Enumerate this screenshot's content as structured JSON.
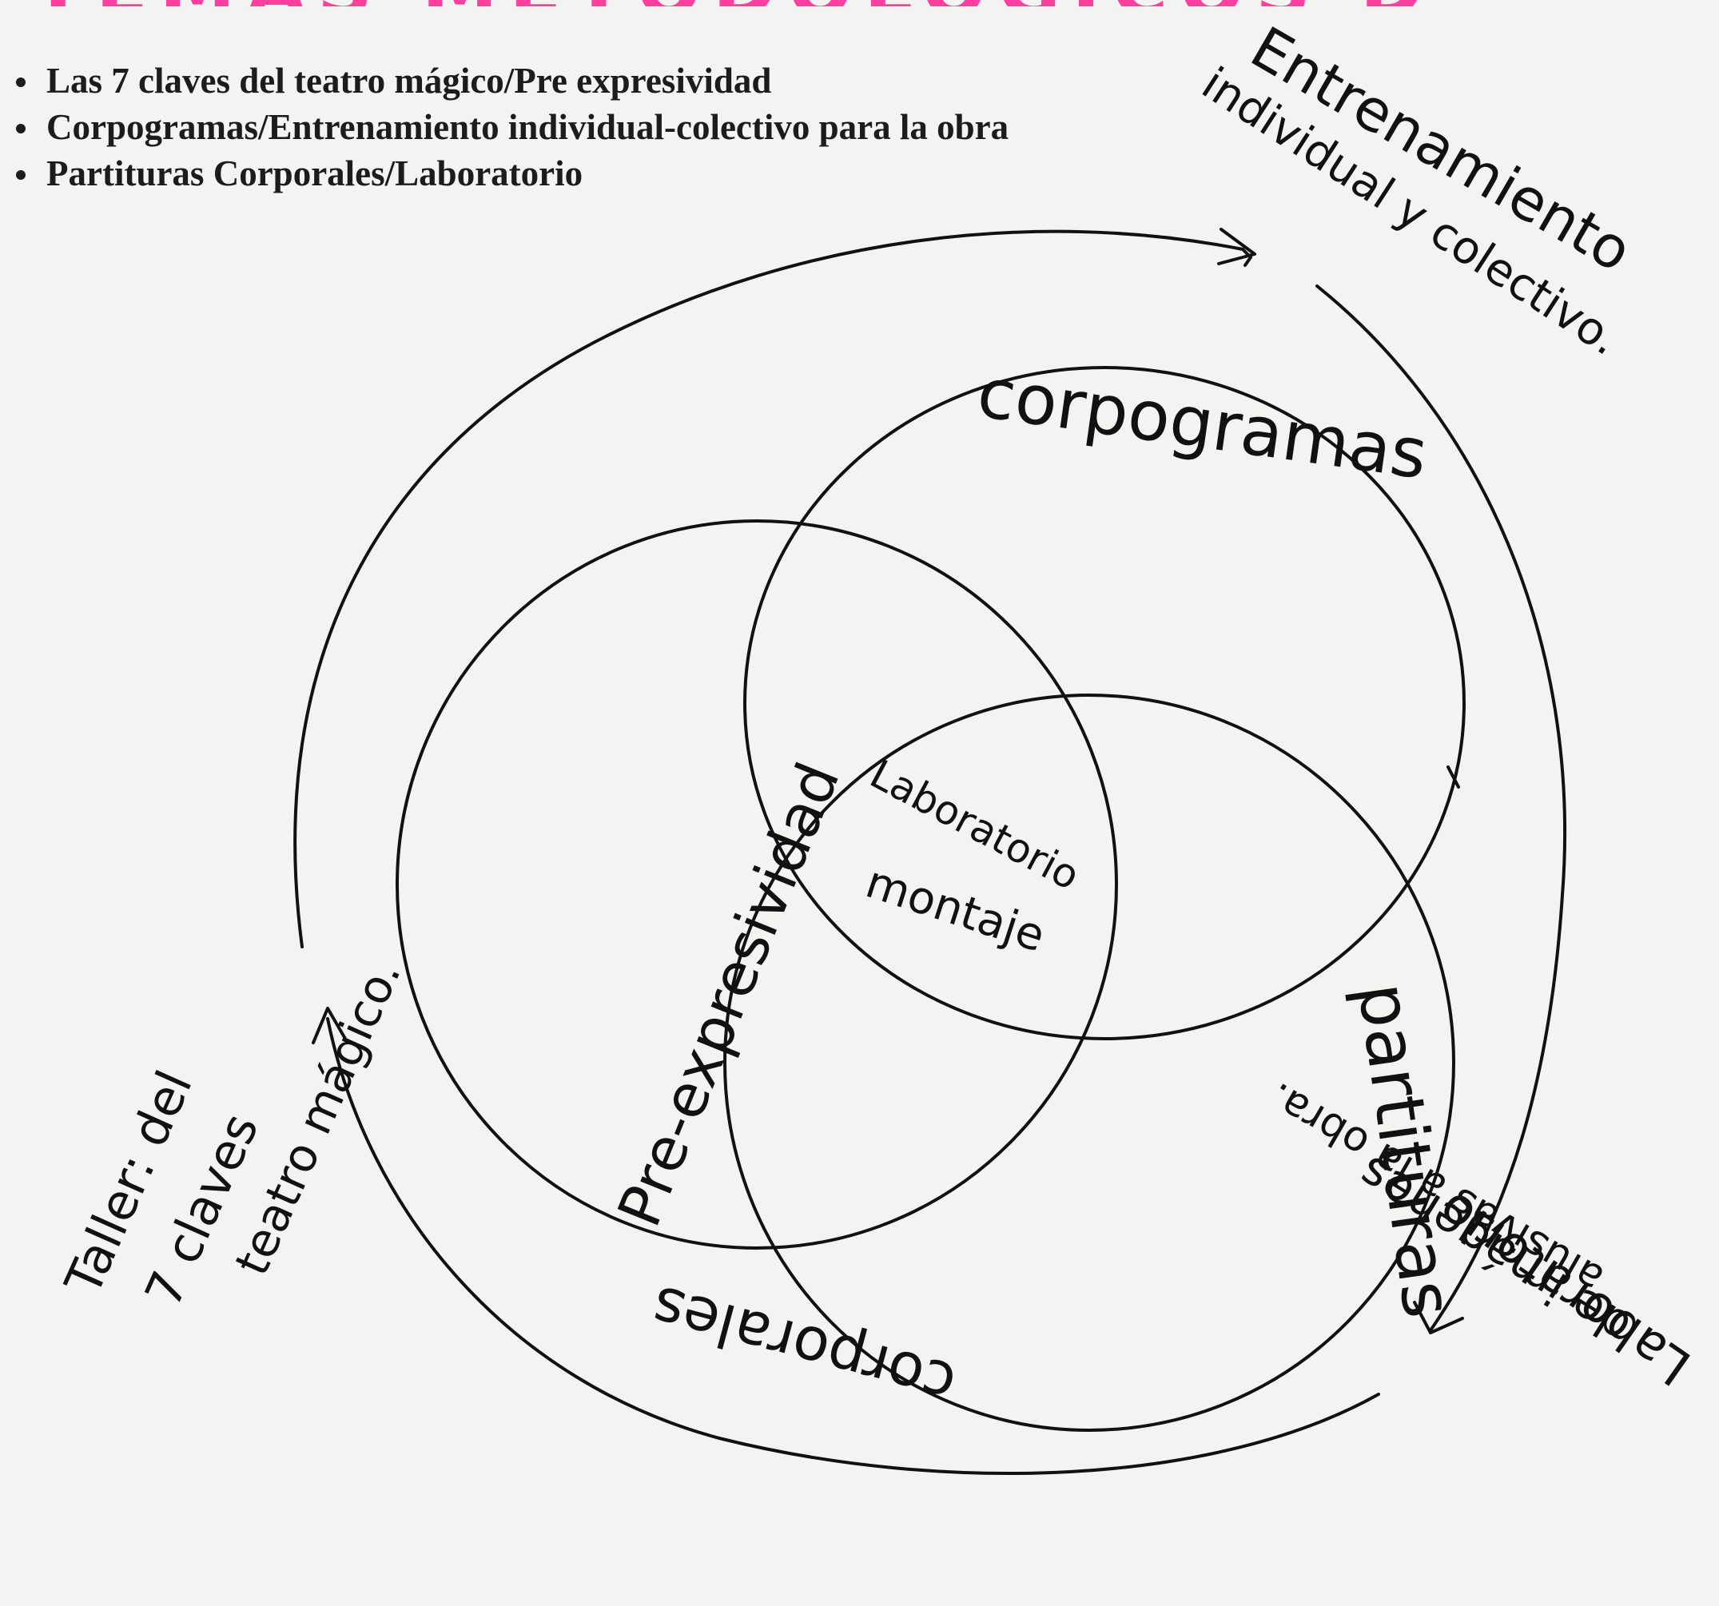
{
  "header": {
    "title": "TEMAS METODOLÓGICOS DEL MONTAJE"
  },
  "bullets": [
    "Las 7 claves del teatro mágico/Pre expresividad",
    "Corpogramas/Entrenamiento individual-colectivo para la obra",
    "Partituras Corporales/Laboratorio"
  ],
  "diagram": {
    "center_line1": "Laboratorio",
    "center_line2": "montaje",
    "circle_top": "corpogramas",
    "circle_left": "Pre-expresividad",
    "circle_bottom_a": "partituras",
    "circle_bottom_b": "corporales",
    "note_top_right": [
      "Entrenamiento",
      "individual y colectivo."
    ],
    "note_left": [
      "Taller: del",
      "7 claves",
      "teatro mágico."
    ],
    "note_bottom_right": [
      "Laboratorio",
      "de imágenes",
      "alusivas a la obra."
    ]
  },
  "colors": {
    "title_pink": "#ff3fa0",
    "ink": "#111111",
    "paper": "#f3f3f1"
  }
}
